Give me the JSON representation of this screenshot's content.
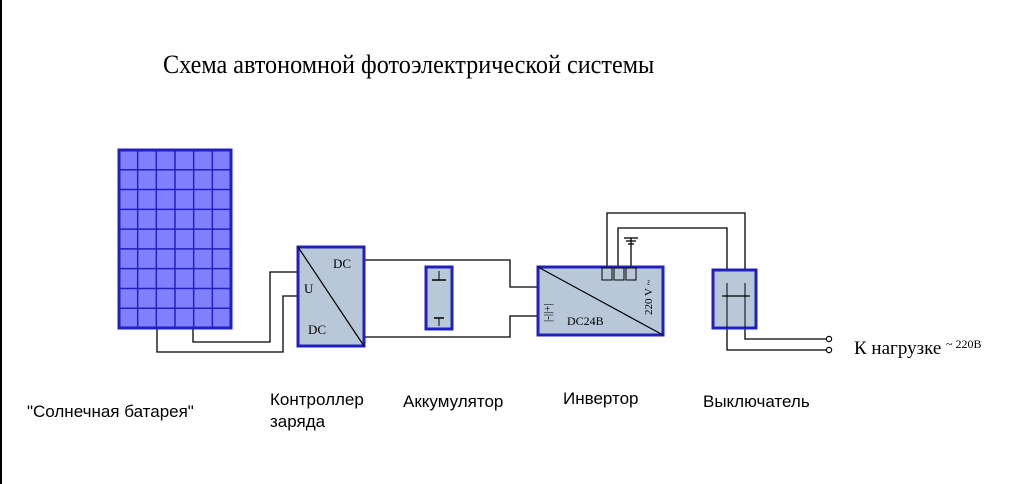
{
  "title": "Схема автономной фотоэлектрической системы",
  "colors": {
    "panel_fill": "#8080ff",
    "panel_border": "#2020c0",
    "box_fill": "#b8c8d8",
    "line": "#000000"
  },
  "components": {
    "solar_panel": {
      "label": "\"Солнечная батарея\""
    },
    "controller": {
      "label_line1": "Контроллер",
      "label_line2": "заряда",
      "text_dc_top": "DC",
      "text_u": "U",
      "text_dc_bottom": "DC"
    },
    "battery": {
      "label": "Аккумулятор"
    },
    "inverter": {
      "label": "Инвертор",
      "text_dc": "DC24B",
      "text_ac": "220 V ~",
      "text_plus_minus": "|-||+|"
    },
    "switch": {
      "label": "Выключатель"
    }
  },
  "load": {
    "label": "К нагрузке",
    "voltage": "~ 220В"
  }
}
